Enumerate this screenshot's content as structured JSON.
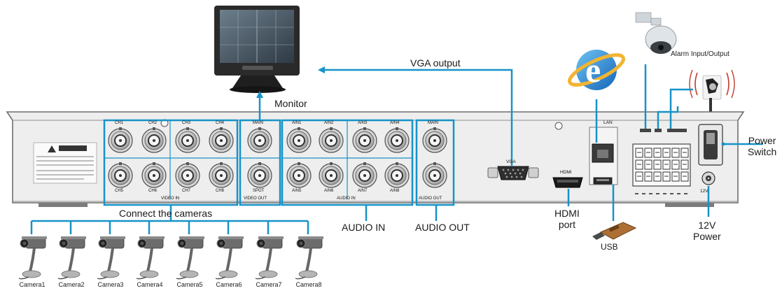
{
  "monitor_label": "Monitor",
  "vga_output_label": "VGA output",
  "alarm_label": "Alarm Input/Output",
  "power_switch_label": [
    "Power",
    "Switch"
  ],
  "hdmi_label": [
    "HDMI",
    "port"
  ],
  "usb_label": "USB",
  "power_label": [
    "12V",
    "Power"
  ],
  "audio_in_label": "AUDIO IN",
  "audio_out_label": "AUDIO OUT",
  "connect_label": "Connect the cameras",
  "video_in_channels": [
    "CH1",
    "CH2",
    "CH3",
    "CH4",
    "CH5",
    "CH6",
    "CH7",
    "CH8"
  ],
  "video_in_group": "VIDEO IN",
  "video_out_ports": [
    "MAIN",
    "SPOT"
  ],
  "video_out_group": "VIDEO OUT",
  "audio_in_channels": [
    "AIN1",
    "AIN2",
    "AIN3",
    "AIN4",
    "AIN5",
    "AIN6",
    "AIN7",
    "AIN8"
  ],
  "audio_in_group": "AUDIO IN",
  "audio_out_port": "MAIN",
  "audio_out_group": "AUDIO OUT",
  "vga_port": "VGA",
  "hdmi_port": "HDMI",
  "lan_port": "LAN",
  "power_port": "12V",
  "cameras": [
    "Camera1",
    "Camera2",
    "Camera3",
    "Camera4",
    "Camera5",
    "Camera6",
    "Camera7",
    "Camera8"
  ],
  "colors": {
    "connector": "#1793c8",
    "panel": "#eeeeee",
    "panel_edge": "#6f6f6f",
    "bnc": "#b9b9b9"
  }
}
